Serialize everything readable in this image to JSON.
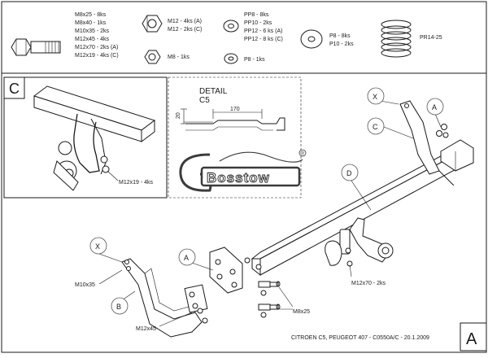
{
  "parts": {
    "bolts": {
      "lines": [
        "M8x25 - 8ks",
        "M8x40 - 1ks",
        "M10x35 - 2ks",
        "M12x45 - 4ks",
        "M12x70 - 2ks (A)",
        "M12x19 - 4ks (C)"
      ]
    },
    "nuts_m12": {
      "lines": [
        "M12 - 4ks (A)",
        "M12 - 2ks (C)"
      ]
    },
    "nut_m8": {
      "lines": [
        "M8 - 1ks"
      ]
    },
    "washers_pp": {
      "lines": [
        "PP8 - 8ks",
        "PP10 - 2ks",
        "PP12 - 6 ks (A)",
        "PP12 - 8 ks (C)"
      ]
    },
    "washer_p8": {
      "lines": [
        "P8 - 1ks"
      ]
    },
    "washers_p": {
      "lines": [
        "P8 - 8ks",
        "P10 - 2ks"
      ]
    },
    "spring": {
      "lines": [
        "PR14-25"
      ]
    }
  },
  "inset_c": {
    "letter": "C",
    "callout": "M12x19 - 4ks"
  },
  "detail": {
    "title_lines": [
      "DETAIL",
      "C5"
    ],
    "dim_width": "170",
    "dim_height": "20"
  },
  "watermark": {
    "text": "Bosstow",
    "registered": "®"
  },
  "callouts": {
    "a_top": "A",
    "c_top": "C",
    "x_top": "X",
    "d": "D",
    "x_left": "X",
    "b": "B",
    "a_left": "A",
    "m10x35": "M10x35",
    "m12x45": "M12x45",
    "m8x25": "M8x25",
    "m12x70": "M12x70 - 2ks"
  },
  "footer": {
    "caption": "CITROEN C5, PEUGEOT 407 - C0550A/C - 20.1.2009",
    "variant": "A"
  }
}
